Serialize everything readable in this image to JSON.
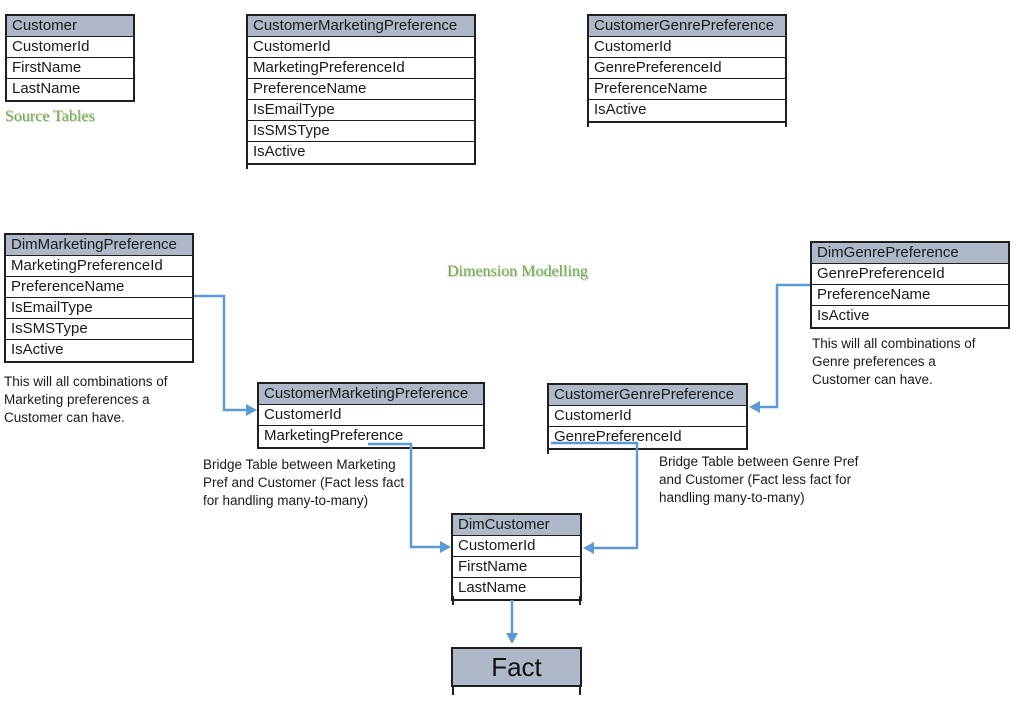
{
  "labels": {
    "source_tables": "Source Tables",
    "dimension_modelling": "Dimension Modelling"
  },
  "tables": {
    "customer_source": {
      "title": "Customer",
      "rows": [
        "CustomerId",
        "FirstName",
        "LastName"
      ]
    },
    "customer_marketing_preference_source": {
      "title": "CustomerMarketingPreference",
      "rows": [
        "CustomerId",
        "MarketingPreferenceId",
        "PreferenceName",
        "IsEmailType",
        "IsSMSType",
        "IsActive"
      ]
    },
    "customer_genre_preference_source": {
      "title": "CustomerGenrePreference",
      "rows": [
        "CustomerId",
        "GenrePreferenceId",
        "PreferenceName",
        "IsActive"
      ]
    },
    "dim_marketing_preference": {
      "title": "DimMarketingPreference",
      "rows": [
        "MarketingPreferenceId",
        "PreferenceName",
        "IsEmailType",
        "IsSMSType",
        "IsActive"
      ]
    },
    "dim_genre_preference": {
      "title": "DimGenrePreference",
      "rows": [
        "GenrePreferenceId",
        "PreferenceName",
        "IsActive"
      ]
    },
    "bridge_customer_marketing_preference": {
      "title": "CustomerMarketingPreference",
      "rows": [
        "CustomerId",
        "MarketingPreference"
      ]
    },
    "bridge_customer_genre_preference": {
      "title": "CustomerGenrePreference",
      "rows": [
        "CustomerId",
        "GenrePreferenceId"
      ]
    },
    "dim_customer": {
      "title": "DimCustomer",
      "rows": [
        "CustomerId",
        "FirstName",
        "LastName"
      ]
    },
    "fact": {
      "title": "Fact"
    }
  },
  "notes": {
    "marketing_combinations": "This will all combinations of\nMarketing preferences a\nCustomer can have.",
    "genre_combinations": "This will all combinations of\nGenre preferences a\nCustomer can have.",
    "bridge_marketing": "Bridge Table between Marketing\nPref and Customer (Fact less fact\nfor handling many-to-many)",
    "bridge_genre": "Bridge Table between Genre Pref\nand Customer (Fact less fact for\nhandling many-to-many)"
  },
  "colors": {
    "header_fill": "#AEB8C8",
    "table_border": "#1F1F1F",
    "arrow": "#5B9BD5",
    "green_text": "#70AD47",
    "text": "#1A1A1A",
    "row_fill": "#FFFFFF"
  }
}
